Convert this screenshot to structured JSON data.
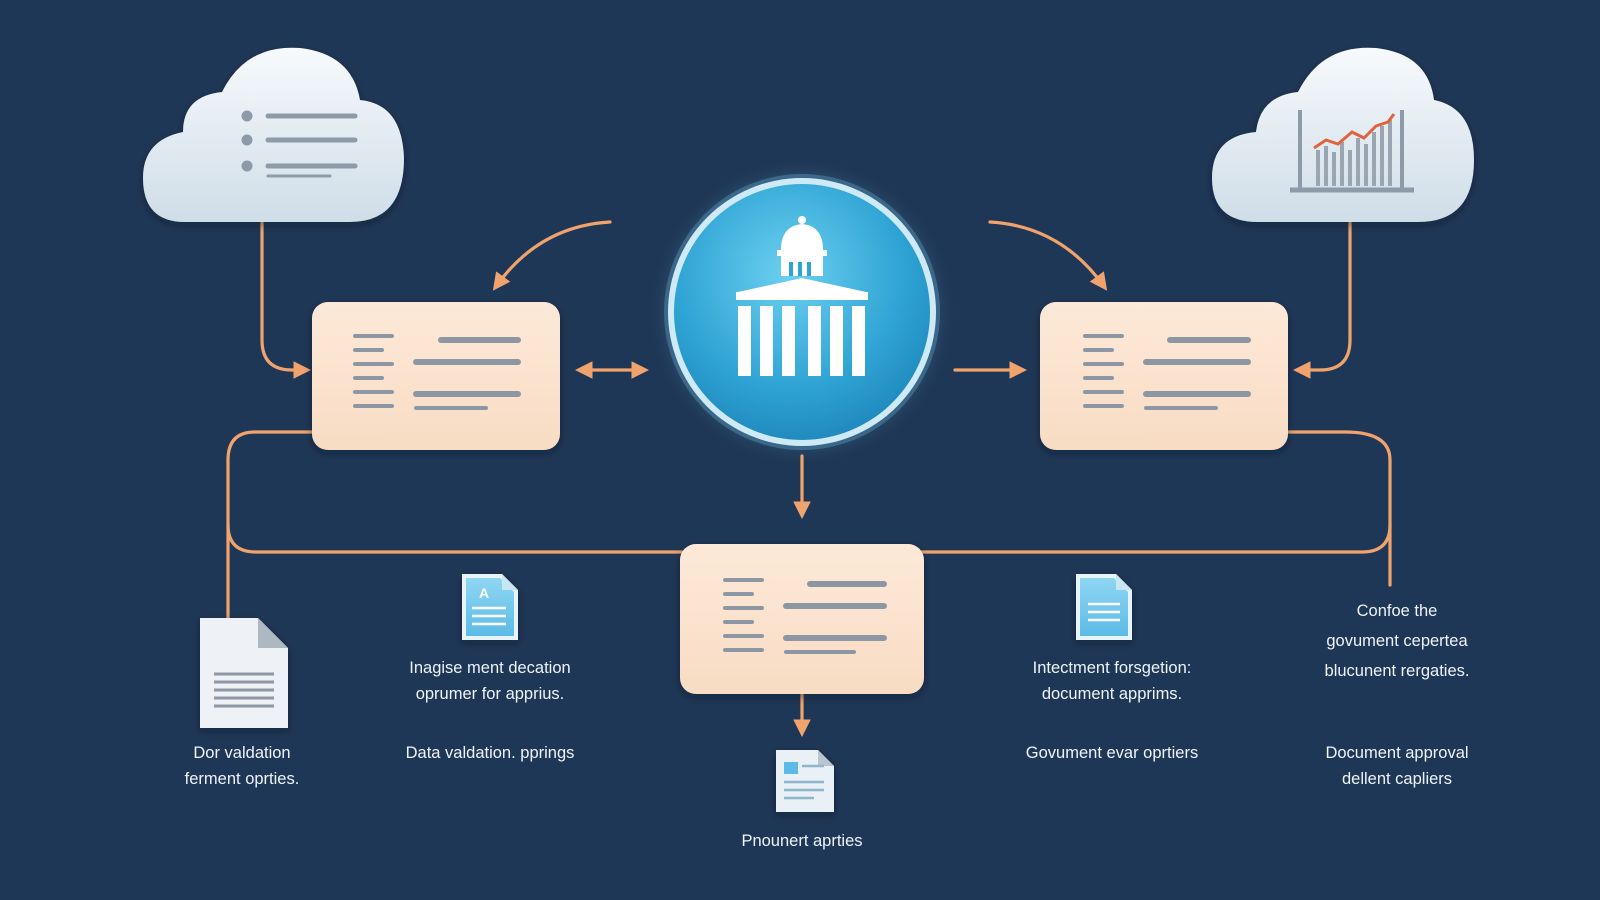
{
  "colors": {
    "background": "#1f3756",
    "connector": "#f0a36c",
    "card_fill": "#fbe3cf",
    "card_line": "#8d97a3",
    "hub_blue": "#2ea7d6",
    "cloud_fill": "#eef3f7"
  },
  "icons": {
    "hub": "government-building-icon",
    "cloud_left": "cloud-list-icon",
    "cloud_right": "cloud-bar-chart-icon",
    "documents": "document-icon"
  },
  "doc_icon_letter": "A",
  "labels": {
    "far_left": [
      "Dor valdation",
      "ferment oprties."
    ],
    "mid_left_top": [
      "Inagise ment decation",
      "oprumer for apprius."
    ],
    "mid_left_bottom": [
      "Data valdation. pprings"
    ],
    "bottom_center": [
      "Pnounert aprties"
    ],
    "mid_right_top": [
      "Intectment forsgetion:",
      "document apprims."
    ],
    "mid_right_bottom": [
      "Govument evar oprtiers"
    ],
    "far_right_top": [
      "Confoe the",
      "govument cepertea",
      "blucunent rergaties."
    ],
    "far_right_bottom": [
      "Document approval",
      "dellent capliers"
    ]
  }
}
